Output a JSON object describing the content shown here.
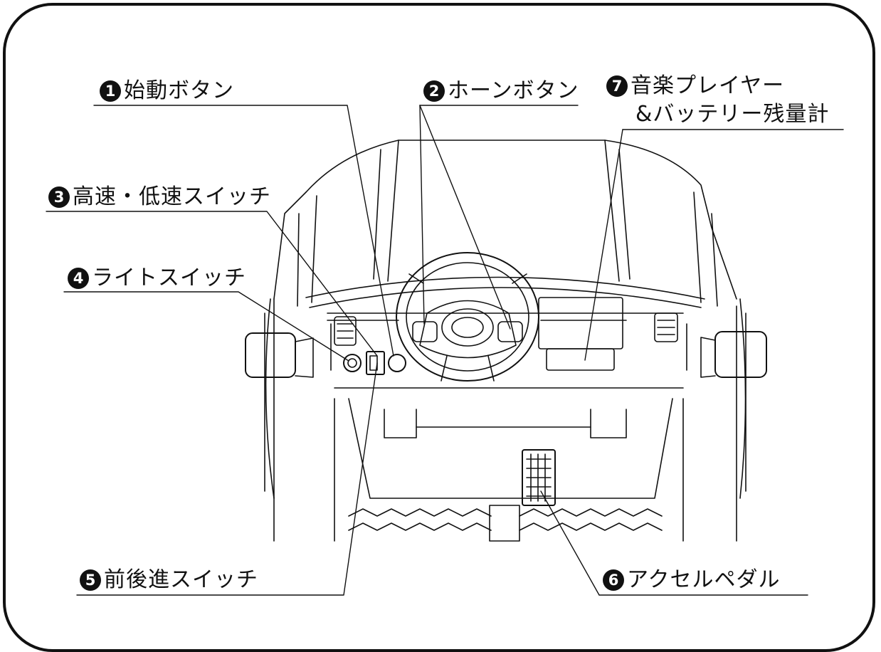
{
  "callouts": [
    {
      "num": "1",
      "text": "始動ボタン"
    },
    {
      "num": "2",
      "text": "ホーンボタン"
    },
    {
      "num": "3",
      "text": "高速・低速スイッチ"
    },
    {
      "num": "4",
      "text": "ライトスイッチ"
    },
    {
      "num": "5",
      "text": "前後進スイッチ"
    },
    {
      "num": "6",
      "text": "アクセルペダル"
    },
    {
      "num": "7",
      "text": "音楽プレイヤー",
      "text2": "&バッテリー残量計"
    }
  ]
}
